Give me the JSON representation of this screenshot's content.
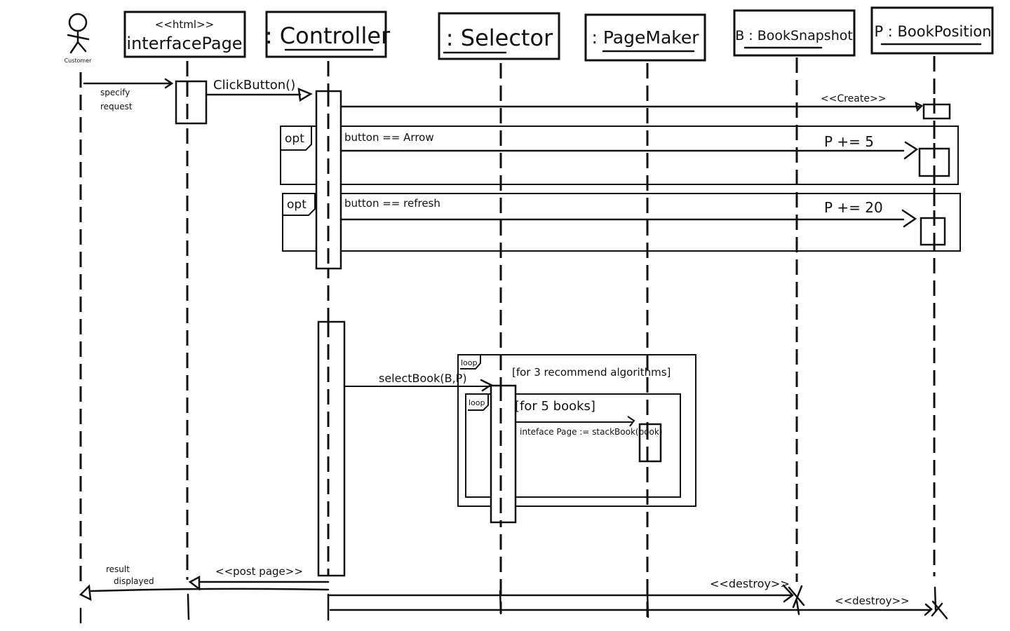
{
  "diagram_type": "sequence",
  "actor": {
    "label": "Customer"
  },
  "participants": [
    {
      "id": "interfacePage",
      "stereotype": "<<html>>",
      "label": "interfacePage",
      "underlined": false
    },
    {
      "id": "controller",
      "label": ": Controller",
      "underlined": true
    },
    {
      "id": "selector",
      "label": ": Selector",
      "underlined": true
    },
    {
      "id": "pagemaker",
      "label": ": PageMaker",
      "underlined": true
    },
    {
      "id": "booksnapshot",
      "label": "B : BookSnapshot",
      "underlined": true
    },
    {
      "id": "bookposition",
      "label": "P : BookPosition",
      "underlined": true
    }
  ],
  "messages": {
    "specify_request": {
      "from": "Customer",
      "to": "interfacePage",
      "line1": "specify",
      "line2": "request"
    },
    "click_button": {
      "from": "interfacePage",
      "to": "Controller",
      "label": "ClickButton()"
    },
    "create": {
      "from": "Controller",
      "to": "BookPosition",
      "label": "<<Create>>"
    },
    "p_plus_5": {
      "from": "Controller",
      "to": "BookPosition",
      "label": "P += 5"
    },
    "p_plus_20": {
      "from": "Controller",
      "to": "BookPosition",
      "label": "P += 20"
    },
    "select_book": {
      "from": "Controller",
      "to": "Selector",
      "label": "selectBook(B,P)"
    },
    "stack_book": {
      "from": "Selector",
      "to": "PageMaker",
      "label": "inteface Page := stackBook(book)"
    },
    "post_page": {
      "from": "Controller",
      "to": "interfacePage",
      "label": "<<post page>>"
    },
    "result_displayed": {
      "from": "Controller",
      "to": "Customer",
      "line1": "result",
      "line2": "displayed"
    },
    "destroy_b": {
      "from": "Controller",
      "to": "BookSnapshot",
      "label": "<<destroy>>"
    },
    "destroy_p": {
      "from": "Controller",
      "to": "BookPosition",
      "label": "<<destroy>>"
    }
  },
  "fragments": {
    "opt1": {
      "operator": "opt",
      "guard": "button == Arrow"
    },
    "opt2": {
      "operator": "opt",
      "guard": "button == refresh"
    },
    "loop_outer": {
      "operator": "loop",
      "guard": "[for 3 recommend algorithms]"
    },
    "loop_inner": {
      "operator": "loop",
      "guard": "[for 5 books]"
    }
  }
}
